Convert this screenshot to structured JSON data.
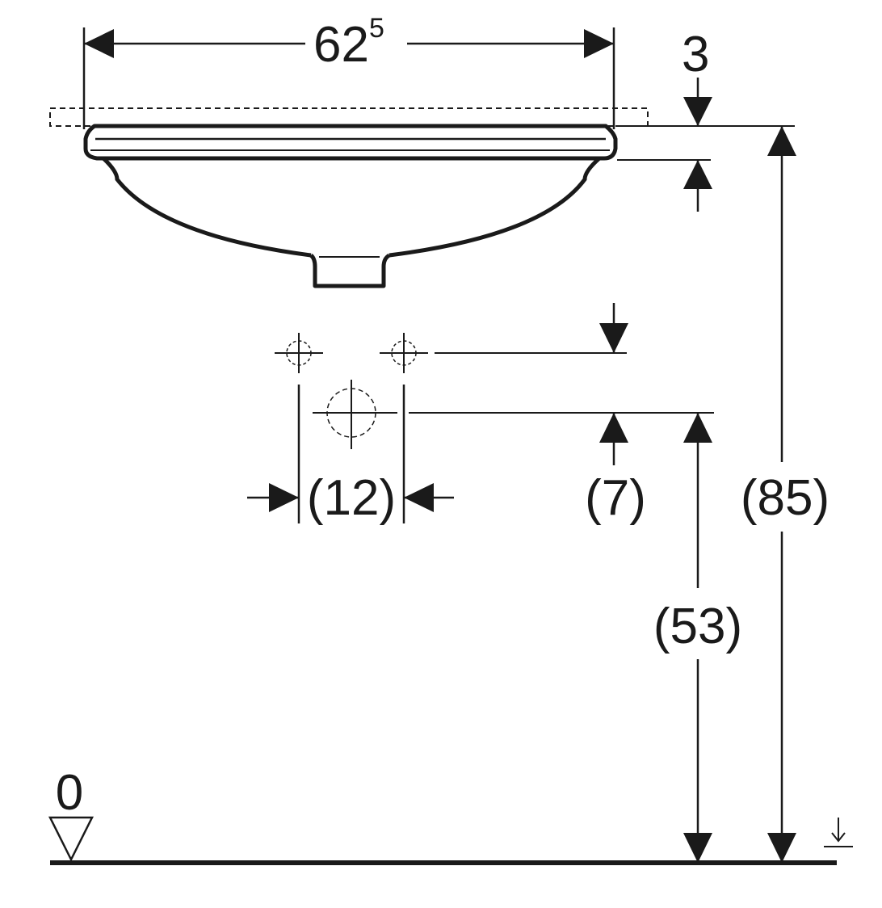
{
  "diagram": {
    "colors": {
      "ink": "#1a1a1a",
      "background": "#ffffff"
    },
    "icons": [
      "floor-level-triangle-icon",
      "floor-arrow-icon"
    ],
    "dimensions": {
      "basin_width_main": "62",
      "basin_width_sup": "5",
      "rim_offset": "3",
      "outlet_spacing": "(12)",
      "outlet_offset": "(7)",
      "outlet_height": "(53)",
      "total_height": "(85)",
      "floor_level": "0"
    }
  }
}
